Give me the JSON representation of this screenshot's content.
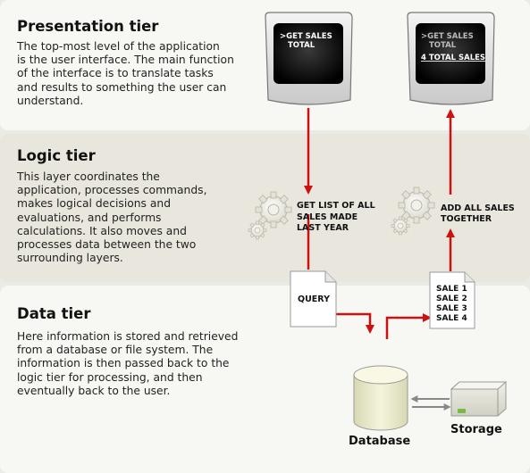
{
  "tiers": {
    "presentation": {
      "title": "Presentation tier",
      "description": "The top-most level of the application\nis the user interface. The main function\nof the interface is to translate tasks\nand results to something the user can\nunderstand."
    },
    "logic": {
      "title": "Logic tier",
      "description": "This layer coordinates the\napplication, processes commands,\nmakes logical decisions and\nevaluations, and performs\ncalculations.  It also moves and\nprocesses data between the two\nsurrounding layers."
    },
    "data": {
      "title": "Data tier",
      "description": "Here information is stored and retrieved\nfrom a database or file system.  The\ninformation is then passed back to the\nlogic tier for processing, and then\neventually back to the user."
    }
  },
  "monitors": {
    "left": {
      "line1": ">GET SALES",
      "line2": "TOTAL"
    },
    "right": {
      "line1": ">GET SALES",
      "line2": "TOTAL",
      "line3": "4 TOTAL SALES"
    }
  },
  "logic_labels": {
    "left": [
      "GET LIST OF ALL",
      "SALES MADE",
      "LAST YEAR"
    ],
    "right": [
      "ADD ALL SALES",
      "TOGETHER"
    ]
  },
  "documents": {
    "query": "QUERY",
    "sales": [
      "SALE 1",
      "SALE 2",
      "SALE 3",
      "SALE 4"
    ]
  },
  "storage_labels": {
    "database": "Database",
    "storage": "Storage"
  },
  "colors": {
    "arrow": "#cc1111",
    "screen": "#000000",
    "database": "#eeeecc"
  }
}
